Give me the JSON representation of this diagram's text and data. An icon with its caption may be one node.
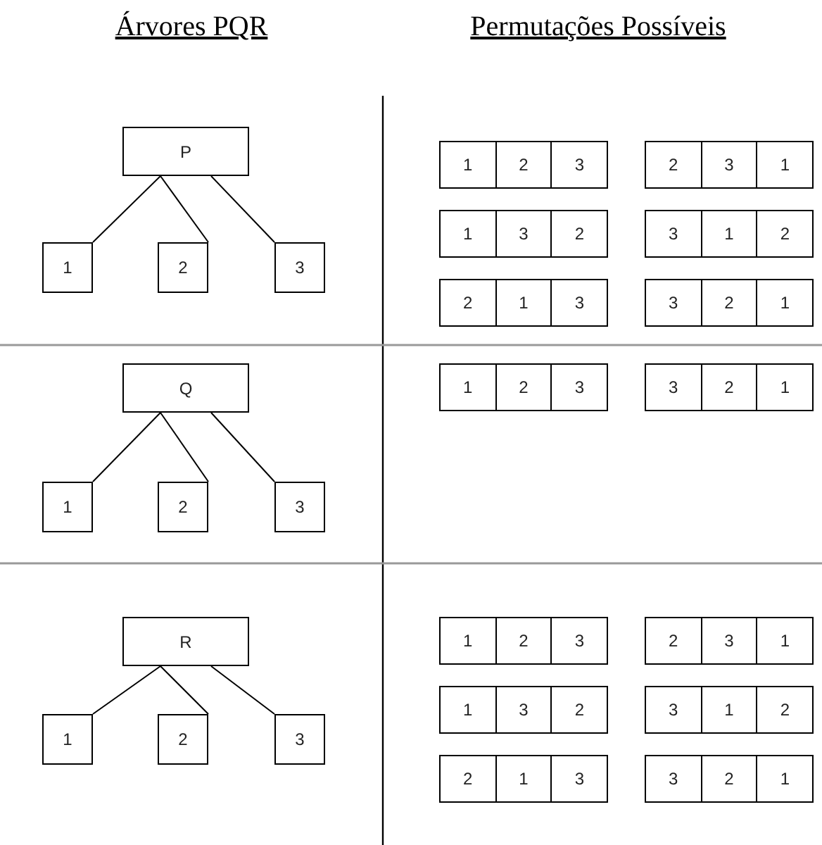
{
  "diagram": {
    "nodes": [
      {
        "text": [
          "P"
        ]
      },
      {
        "text": [
          "1"
        ]
      },
      {
        "text": [
          "2"
        ]
      },
      {
        "text": [
          "3"
        ]
      },
      {
        "text": [
          "1",
          "2",
          "3"
        ]
      },
      {
        "text": [
          "2",
          "3",
          "1"
        ]
      },
      {
        "text": [
          "1",
          "3",
          "2"
        ]
      },
      {
        "text": [
          "3",
          "1",
          "2"
        ]
      },
      {
        "text": [
          "2",
          "1",
          "3"
        ]
      },
      {
        "text": [
          "3",
          "2",
          "1"
        ]
      },
      {
        "text": [
          "Q"
        ]
      },
      {
        "text": [
          "1"
        ]
      },
      {
        "text": [
          "2"
        ]
      },
      {
        "text": [
          "3"
        ]
      },
      {
        "text": [
          "1",
          "2",
          "3"
        ]
      },
      {
        "text": [
          "3",
          "2",
          "1"
        ]
      },
      {
        "text": [
          "R"
        ]
      },
      {
        "text": [
          "1"
        ]
      },
      {
        "text": [
          "2"
        ]
      },
      {
        "text": [
          "3"
        ]
      },
      {
        "text": [
          "1",
          "2",
          "3"
        ]
      },
      {
        "text": [
          "2",
          "3",
          "1"
        ]
      },
      {
        "text": [
          "1",
          "3",
          "2"
        ]
      },
      {
        "text": [
          "3",
          "1",
          "2"
        ]
      },
      {
        "text": [
          "2",
          "1",
          "3"
        ]
      },
      {
        "text": [
          "3",
          "2",
          "1"
        ]
      }
    ],
    "edges": [
      {
        "from": 0,
        "to": 1,
        "arrow": "none"
      },
      {
        "from": 0,
        "to": 2,
        "arrow": "none"
      },
      {
        "from": 0,
        "to": 3,
        "arrow": "none"
      },
      {
        "from": 10,
        "to": 11,
        "arrow": "none"
      },
      {
        "from": 10,
        "to": 12,
        "arrow": "none"
      },
      {
        "from": 10,
        "to": 13,
        "arrow": "none"
      },
      {
        "from": 16,
        "to": 17,
        "arrow": "none"
      },
      {
        "from": 16,
        "to": 18,
        "arrow": "none"
      },
      {
        "from": 16,
        "to": 19,
        "arrow": "none"
      }
    ],
    "labels": [
      "Árvores PQR",
      "Permutações Possíveis"
    ]
  }
}
